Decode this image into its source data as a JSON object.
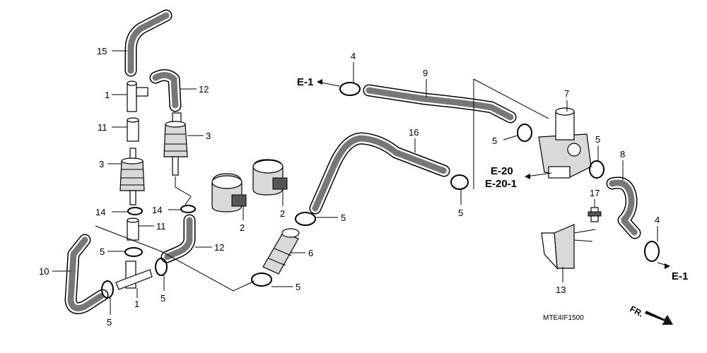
{
  "callouts": {
    "c15": "15",
    "c1a": "1",
    "c11a": "11",
    "c3a": "3",
    "c14a": "14",
    "c5a": "5",
    "c10": "10",
    "c5b": "5",
    "c1b": "1",
    "c12a": "12",
    "c3b": "3",
    "c14b": "14",
    "c11b": "11",
    "c12b": "12",
    "c5c": "5",
    "c2a": "2",
    "c2b": "2",
    "c5d": "5",
    "c6": "6",
    "c5e": "5",
    "c4a": "4",
    "c9": "9",
    "c16": "16",
    "c5f": "5",
    "c7": "7",
    "c5g": "5",
    "c5h": "5",
    "c8": "8",
    "c17": "17",
    "c4b": "4",
    "c13": "13"
  },
  "refs": {
    "e1_top": "E-1",
    "e20": "E-20",
    "e20_1": "E-20-1",
    "e1_bottom": "E-1"
  },
  "diagram_code": "MTE4IF1500",
  "front_marker": "FR."
}
